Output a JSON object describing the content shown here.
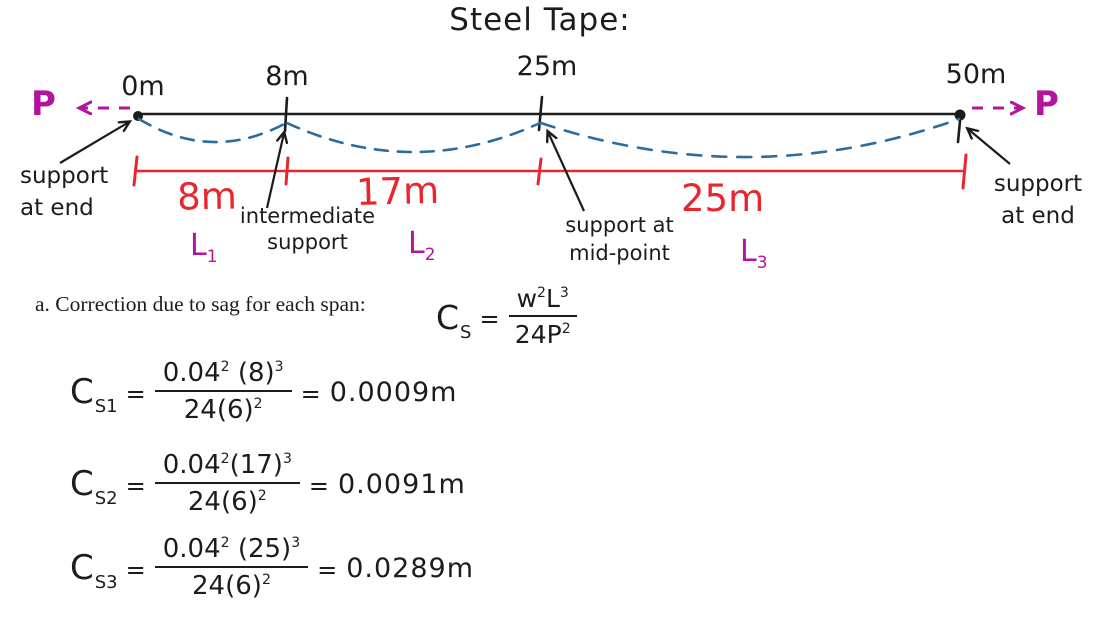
{
  "title": "Steel Tape:",
  "colors": {
    "ink": "#1c1c1c",
    "magenta": "#b3149e",
    "red": "#e8262d",
    "blue": "#2b6da0"
  },
  "tape": {
    "marks": [
      "0m",
      "8m",
      "25m",
      "50m"
    ],
    "pull_left": "P",
    "pull_right": "P"
  },
  "supports": {
    "left_end": "support\nat end",
    "intermediate": "intermediate\nsupport",
    "midpoint": "support at\nmid-point",
    "right_end": "support\nat end"
  },
  "spans": [
    {
      "length": "8m",
      "name": "L",
      "sub": "1"
    },
    {
      "length": "17m",
      "name": "L",
      "sub": "2"
    },
    {
      "length": "25m",
      "name": "L",
      "sub": "3"
    }
  ],
  "section_a": {
    "prompt": "a. Correction due to sag for each span:",
    "formula": {
      "lhs": "C",
      "lhs_sub": "S",
      "eq": "=",
      "num_b1": "w",
      "num_e1": "2",
      "num_b2": "L",
      "num_e2": "3",
      "den_b": "24P",
      "den_e": "2"
    }
  },
  "calcs": [
    {
      "lhs": "C",
      "sub": "S1",
      "eq": "=",
      "num_b1": "0.04",
      "num_e1": "2",
      "num_b2": "(8)",
      "num_e2": "3",
      "den_b": "24(6)",
      "den_e": "2",
      "res_eq": "=",
      "result": "0.0009m"
    },
    {
      "lhs": "C",
      "sub": "S2",
      "eq": "=",
      "num_b1": "0.04",
      "num_e1": "2",
      "num_b2": "(17)",
      "num_e2": "3",
      "den_b": "24(6)",
      "den_e": "2",
      "res_eq": "=",
      "result": "0.0091m"
    },
    {
      "lhs": "C",
      "sub": "S3",
      "eq": "=",
      "num_b1": "0.04",
      "num_e1": "2",
      "num_b2": "(25)",
      "num_e2": "3",
      "den_b": "24(6)",
      "den_e": "2",
      "res_eq": "=",
      "result": "0.0289m"
    }
  ]
}
